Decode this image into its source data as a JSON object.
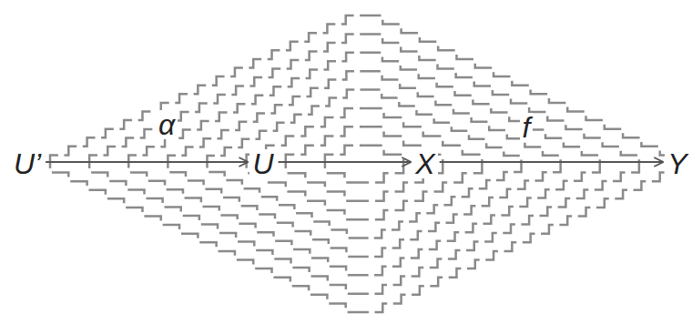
{
  "diagram": {
    "nodes": [
      {
        "text": [
          "U’"
        ]
      },
      {
        "text": [
          "U"
        ]
      },
      {
        "text": [
          "X"
        ]
      },
      {
        "text": [
          "Y"
        ]
      }
    ],
    "edges": [
      {
        "from": 0,
        "to": 1,
        "arrow": "to",
        "label": "α"
      },
      {
        "from": 1,
        "to": 2,
        "arrow": "to"
      },
      {
        "from": 2,
        "to": 3,
        "arrow": "to",
        "label": "f"
      }
    ]
  }
}
